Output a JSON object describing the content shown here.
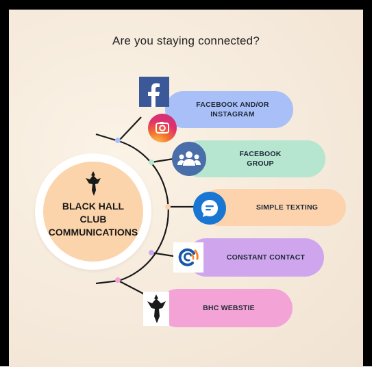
{
  "headline": "Are you staying connected?",
  "hub": {
    "line1": "BLACK HALL",
    "line2": "CLUB",
    "line3": "COMMUNICATIONS",
    "fill_color": "#fcd4ab"
  },
  "channels": [
    {
      "label_line1": "FACEBOOK AND/OR",
      "label_line2": "INSTAGRAM",
      "color": "#a9bff7",
      "icons": [
        "facebook-icon",
        "instagram-icon"
      ]
    },
    {
      "label_line1": "FACEBOOK",
      "label_line2": "GROUP",
      "color": "#b6e6cf",
      "icons": [
        "group-icon"
      ]
    },
    {
      "label_line1": "SIMPLE TEXTING",
      "label_line2": "",
      "color": "#fdd3ad",
      "icons": [
        "chat-bubble-icon"
      ]
    },
    {
      "label_line1": "CONSTANT CONTACT",
      "label_line2": "",
      "color": "#cfa6ee",
      "icons": [
        "constant-contact-icon"
      ]
    },
    {
      "label_line1": "BHC WEBSTIE",
      "label_line2": "",
      "color": "#f3a3d6",
      "icons": [
        "osprey-logo-icon"
      ]
    }
  ]
}
